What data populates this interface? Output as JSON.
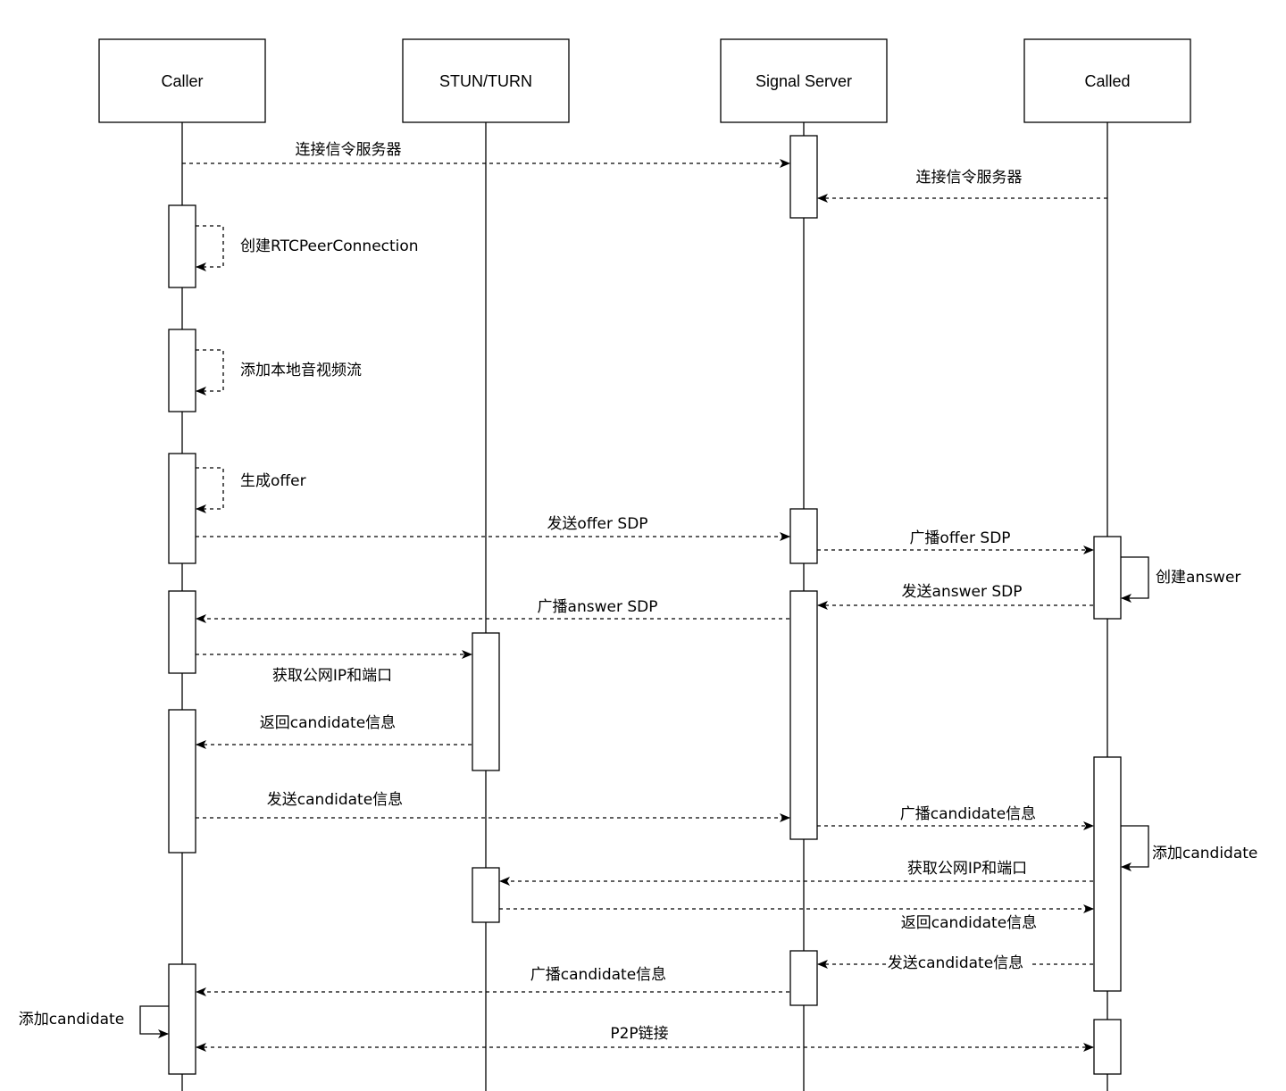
{
  "actors": [
    {
      "id": "caller",
      "label": "Caller"
    },
    {
      "id": "stun",
      "label": "STUN/TURN"
    },
    {
      "id": "signal",
      "label": "Signal Server"
    },
    {
      "id": "called",
      "label": "Called"
    }
  ],
  "messages": [
    {
      "id": "m1",
      "from": "caller",
      "to": "signal",
      "label": "连接信令服务器",
      "style": "dashed"
    },
    {
      "id": "m2",
      "from": "called",
      "to": "signal",
      "label": "连接信令服务器",
      "style": "dashed"
    },
    {
      "id": "m3",
      "from": "caller",
      "to": "caller",
      "label": "创建RTCPeerConnection",
      "style": "dashed"
    },
    {
      "id": "m4",
      "from": "caller",
      "to": "caller",
      "label": "添加本地音视频流",
      "style": "dashed"
    },
    {
      "id": "m5",
      "from": "caller",
      "to": "caller",
      "label": "生成offer",
      "style": "dashed"
    },
    {
      "id": "m6",
      "from": "caller",
      "to": "signal",
      "label": "发送offer SDP",
      "style": "dashed"
    },
    {
      "id": "m7",
      "from": "signal",
      "to": "called",
      "label": "广播offer SDP",
      "style": "dashed"
    },
    {
      "id": "m8",
      "from": "called",
      "to": "called",
      "label": "创建answer",
      "style": "solid"
    },
    {
      "id": "m9",
      "from": "called",
      "to": "signal",
      "label": "发送answer SDP",
      "style": "dashed"
    },
    {
      "id": "m10",
      "from": "signal",
      "to": "caller",
      "label": "广播answer SDP",
      "style": "dashed"
    },
    {
      "id": "m11",
      "from": "caller",
      "to": "stun",
      "label": "获取公网IP和端口",
      "style": "dashed"
    },
    {
      "id": "m12",
      "from": "stun",
      "to": "caller",
      "label": "返回candidate信息",
      "style": "dashed"
    },
    {
      "id": "m13",
      "from": "caller",
      "to": "signal",
      "label": "发送candidate信息",
      "style": "dashed"
    },
    {
      "id": "m14",
      "from": "signal",
      "to": "called",
      "label": "广播candidate信息",
      "style": "dashed"
    },
    {
      "id": "m15",
      "from": "called",
      "to": "called",
      "label": "添加candidate",
      "style": "solid"
    },
    {
      "id": "m16",
      "from": "called",
      "to": "stun",
      "label": "获取公网IP和端口",
      "style": "dashed"
    },
    {
      "id": "m17",
      "from": "stun",
      "to": "called",
      "label": "返回candidate信息",
      "style": "dashed"
    },
    {
      "id": "m18",
      "from": "called",
      "to": "signal",
      "label": "发送candidate信息",
      "style": "dashed"
    },
    {
      "id": "m19",
      "from": "signal",
      "to": "caller",
      "label": "广播candidate信息",
      "style": "dashed"
    },
    {
      "id": "m20",
      "from": "caller",
      "to": "caller",
      "label": "添加candidate",
      "style": "solid"
    },
    {
      "id": "m21",
      "from": "caller",
      "to": "called",
      "label": "P2P链接",
      "style": "dashed",
      "bidirectional": true
    }
  ]
}
